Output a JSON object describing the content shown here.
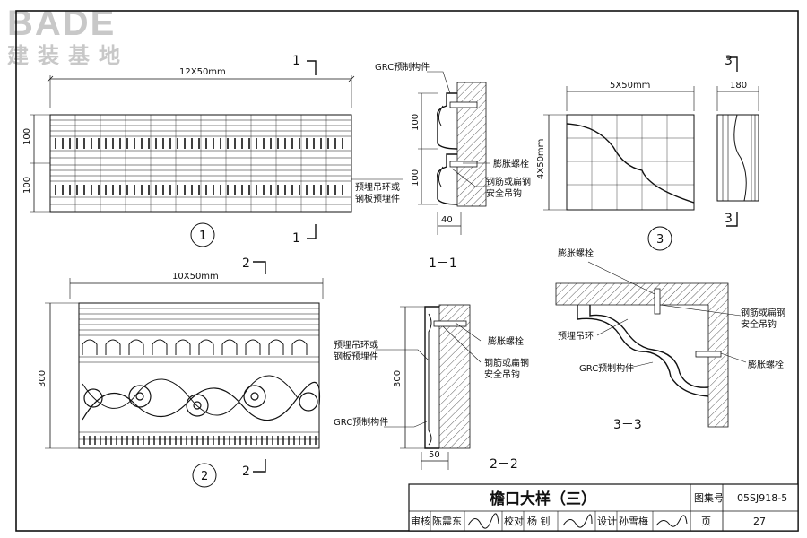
{
  "logo": {
    "word": "BADE",
    "sub": "建装基地"
  },
  "detail1": {
    "dim_top": "12X50mm",
    "dim_100_a": "100",
    "dim_100_b": "100",
    "label_embed": "预埋吊环或",
    "label_embed2": "钢板预埋件",
    "marker": "1",
    "section_num": "1"
  },
  "section11": {
    "label_grc": "GRC预制构件",
    "label_bolt": "膨胀螺栓",
    "label_rebar": "钢筋或扁钢",
    "label_hook": "安全吊钩",
    "dim_100_a": "100",
    "dim_100_b": "100",
    "dim_40": "40",
    "caption": "1－1"
  },
  "detail3": {
    "dim_top": "5X50mm",
    "dim_side": "4X50mm",
    "marker": "3"
  },
  "section33_small": {
    "dim_180": "180",
    "marker": "3"
  },
  "detail2": {
    "dim_top": "10X50mm",
    "dim_300": "300",
    "marker": "2",
    "section_num": "2"
  },
  "section22": {
    "label_embed": "预埋吊环或",
    "label_embed2": "钢板预埋件",
    "label_bolt": "膨胀螺栓",
    "label_rebar": "钢筋或扁钢",
    "label_hook": "安全吊钩",
    "label_grc": "GRC预制构件",
    "dim_300": "300",
    "dim_50": "50",
    "caption": "2－2"
  },
  "section33": {
    "label_bolt_top": "膨胀螺栓",
    "label_ring": "预埋吊环",
    "label_grc": "GRC预制构件",
    "label_rebar": "钢筋或扁钢",
    "label_hook": "安全吊钩",
    "label_bolt_right": "膨胀螺栓",
    "caption": "3－3"
  },
  "title_block": {
    "title": "檐口大样（三）",
    "atlas_label": "图集号",
    "atlas_no": "05SJ918-5",
    "review": "审核",
    "reviewer": "陈震东",
    "check": "校对",
    "checker": "杨 钊",
    "design": "设计",
    "designer": "孙雪梅",
    "page_label": "页",
    "page_no": "27"
  }
}
